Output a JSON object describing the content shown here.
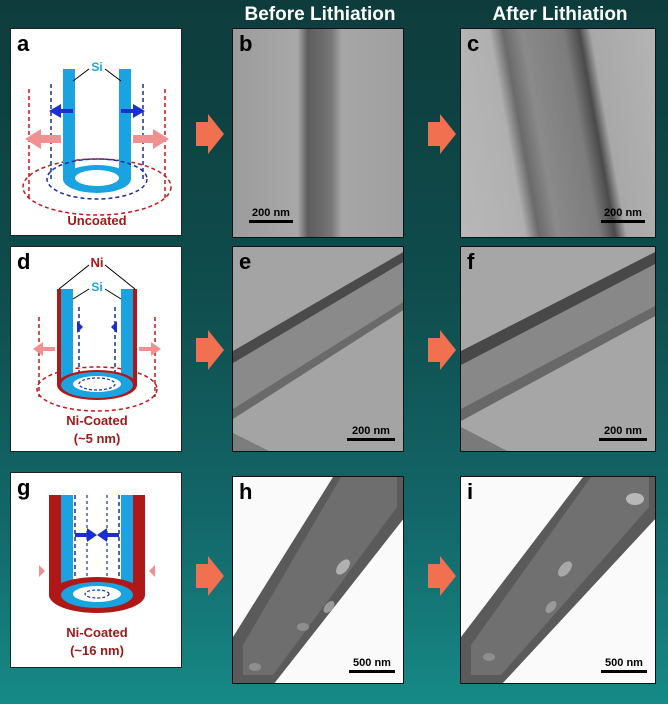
{
  "columns": {
    "before": "Before Lithiation",
    "after": "After Lithiation"
  },
  "rows": [
    {
      "diagram": {
        "label": "a",
        "material": "Si",
        "caption": "Uncoated"
      },
      "before": {
        "label": "b",
        "scale": "200 nm"
      },
      "after": {
        "label": "c",
        "scale": "200 nm"
      }
    },
    {
      "diagram": {
        "label": "d",
        "coating": "Ni",
        "material": "Si",
        "caption_line1": "Ni-Coated",
        "caption_line2": "(~5 nm)"
      },
      "before": {
        "label": "e",
        "scale": "200 nm"
      },
      "after": {
        "label": "f",
        "scale": "200 nm"
      }
    },
    {
      "diagram": {
        "label": "g",
        "caption_line1": "Ni-Coated",
        "caption_line2": "(~16 nm)"
      },
      "before": {
        "label": "h",
        "scale": "500 nm"
      },
      "after": {
        "label": "i",
        "scale": "500 nm"
      }
    }
  ],
  "colors": {
    "si": "#1aa3e0",
    "ni": "#b01818",
    "arrow_big": "#f07050",
    "arrow_in": "#1a2fd0",
    "arrow_out": "#f09090"
  }
}
